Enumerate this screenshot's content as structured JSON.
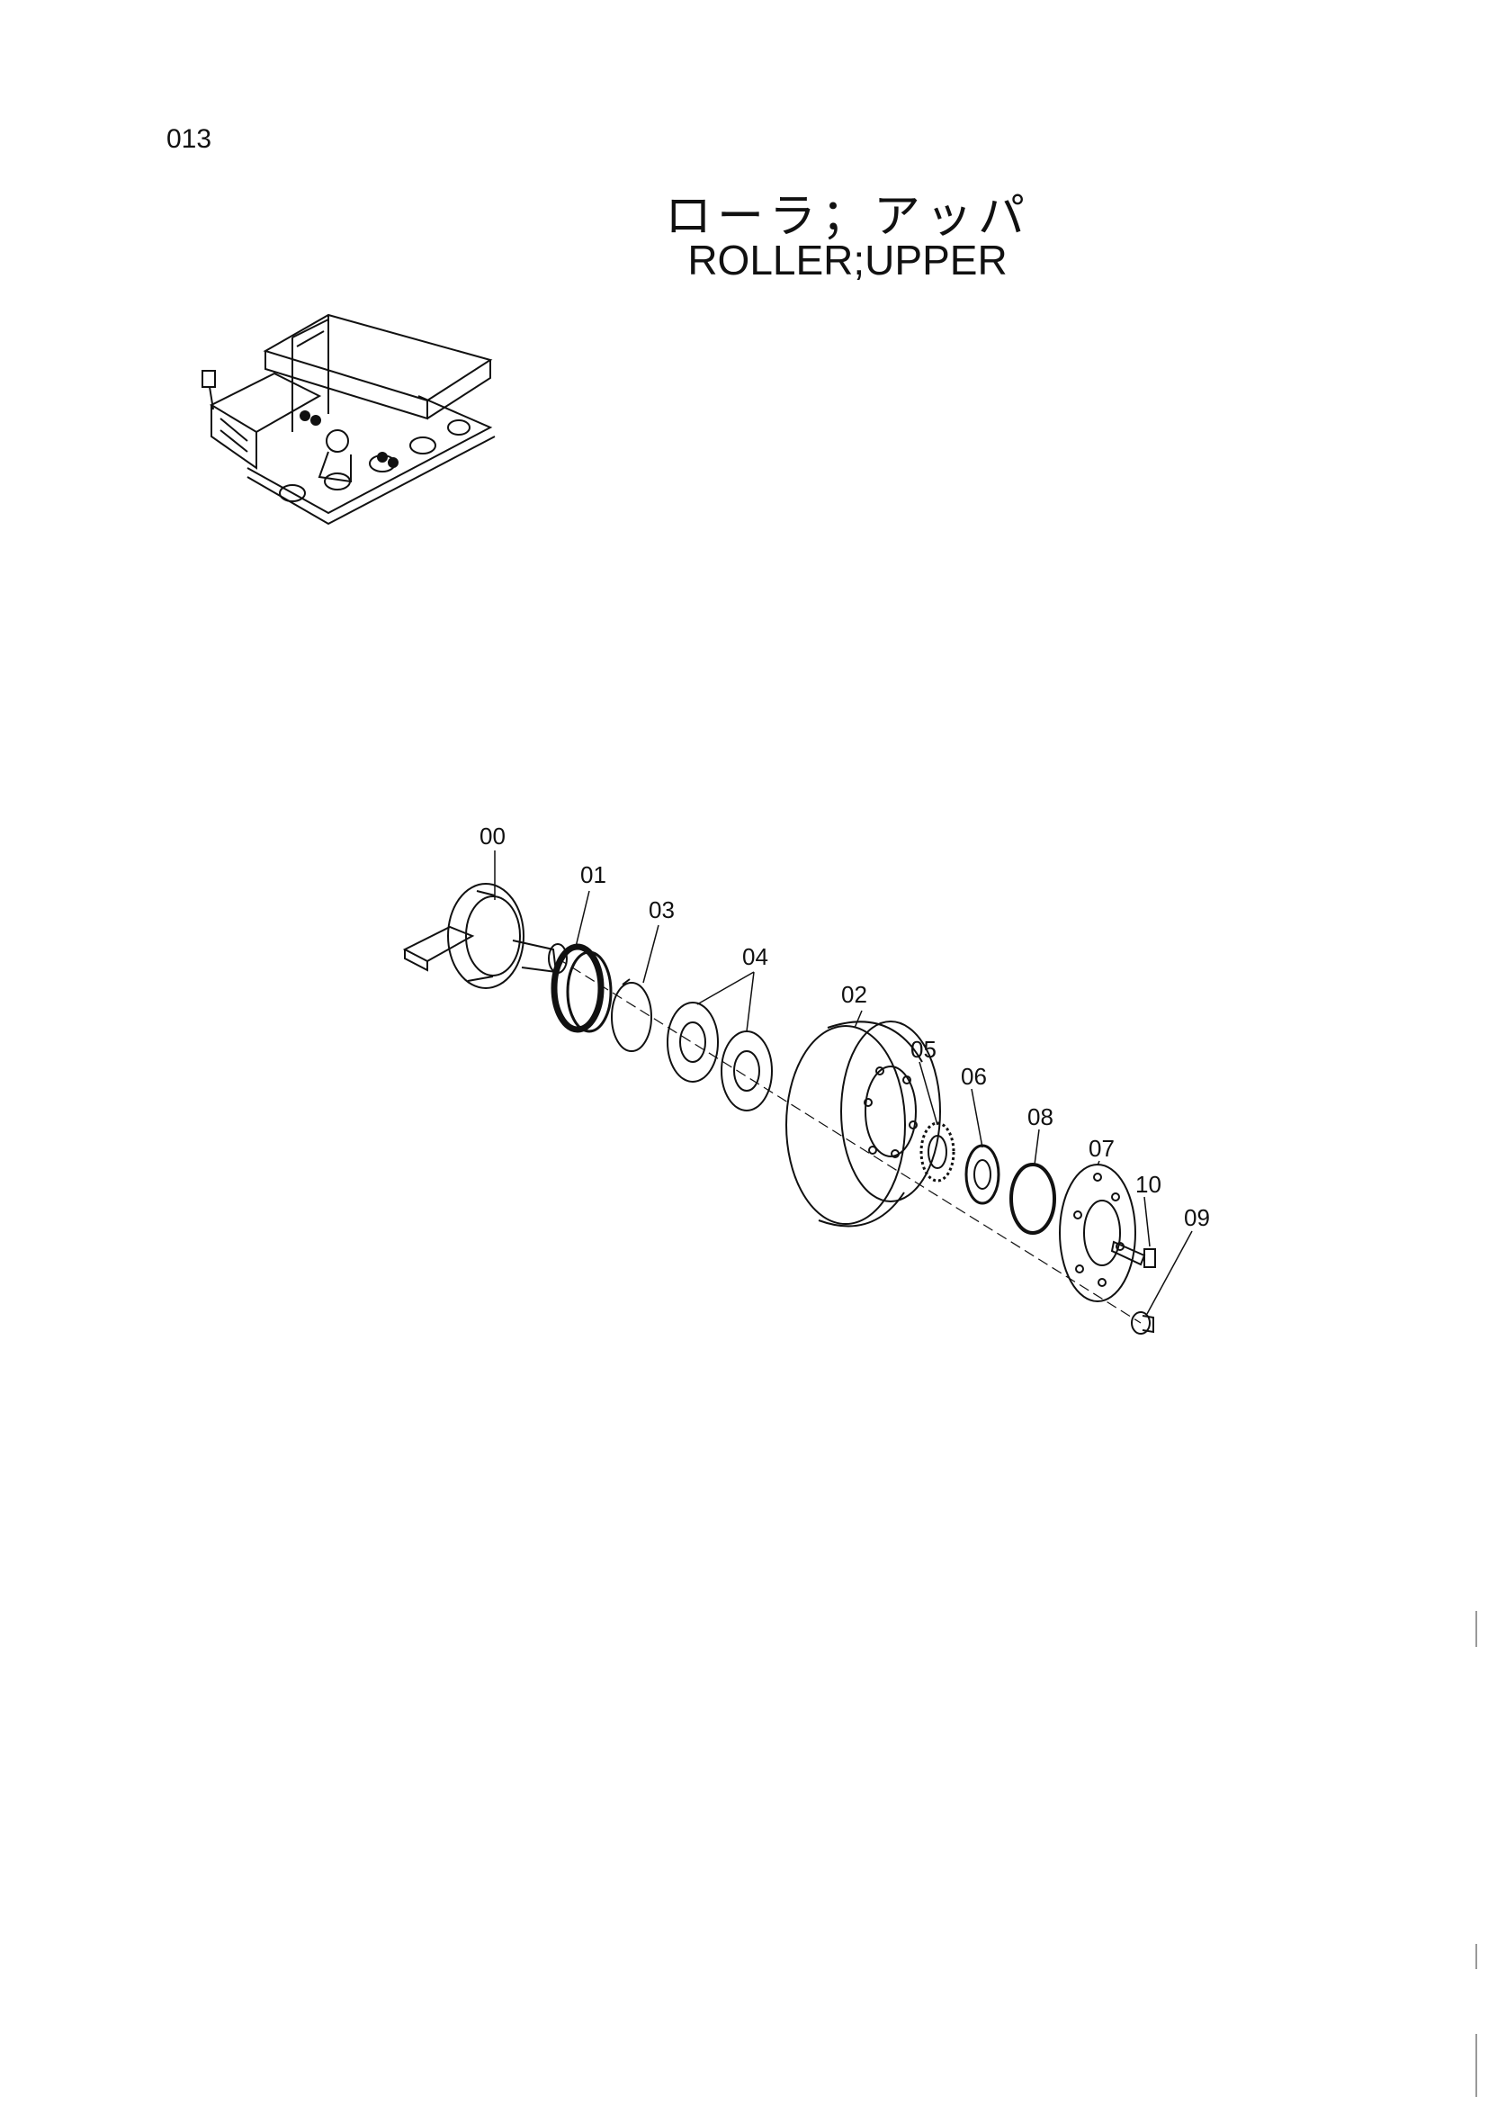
{
  "page": {
    "number": "013"
  },
  "title": {
    "japanese": "ローラ；アッパ",
    "english": "ROLLER;UPPER"
  },
  "diagram": {
    "callouts": [
      "00",
      "01",
      "03",
      "04",
      "02",
      "05",
      "06",
      "08",
      "07",
      "10",
      "09"
    ]
  }
}
